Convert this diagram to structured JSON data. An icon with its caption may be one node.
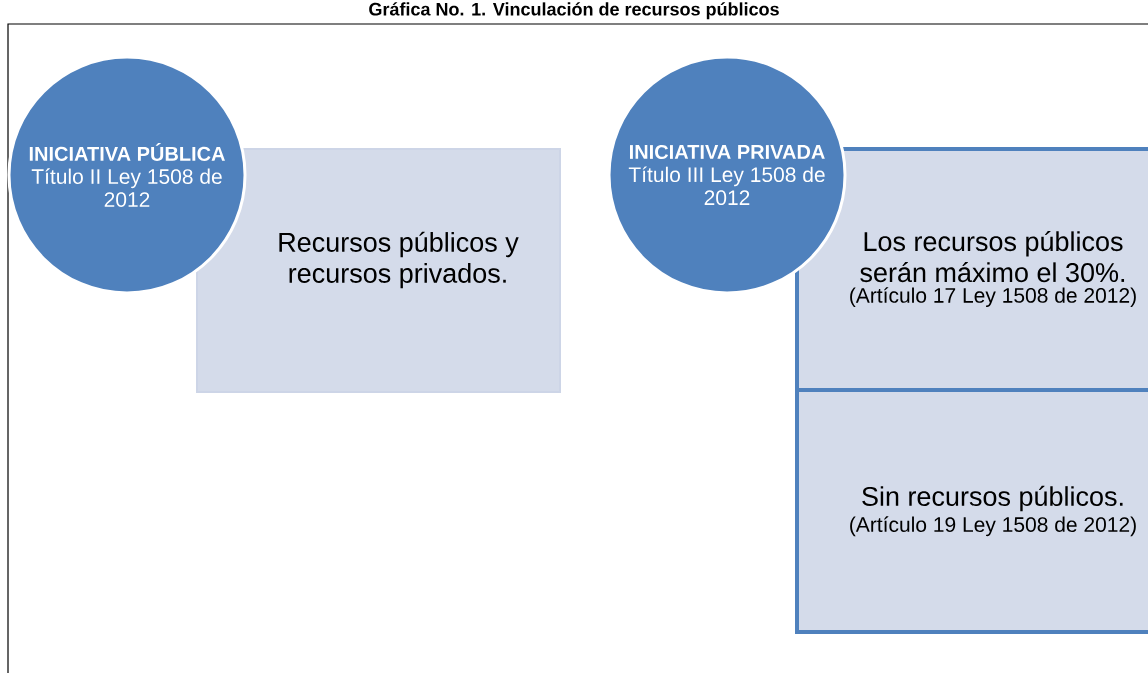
{
  "diagram": {
    "title": "Gráfica No. 1. Vinculación de recursos públicos",
    "nodes": [
      {
        "text": [
          "INICIATIVA PÚBLICA",
          "Título II Ley 1508 de 2012"
        ]
      },
      {
        "text": [
          "Recursos públicos y recursos privados."
        ]
      },
      {
        "text": [
          "INICIATIVA PRIVADA",
          "Título III Ley 1508 de 2012"
        ]
      },
      {
        "text": [
          "Los recursos públicos serán máximo el 30%.",
          "(Artículo 17 Ley 1508 de 2012)"
        ]
      },
      {
        "text": [
          "Sin recursos públicos.",
          "(Artículo 19 Ley 1508 de 2012)"
        ]
      }
    ]
  }
}
